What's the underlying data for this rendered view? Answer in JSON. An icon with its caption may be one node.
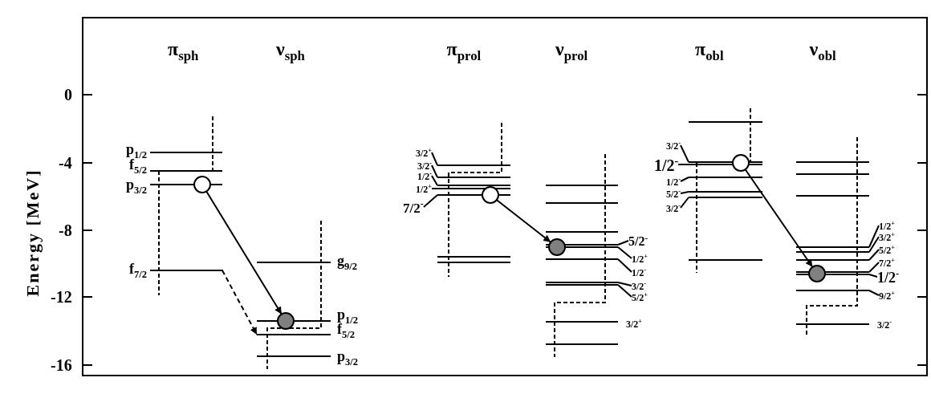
{
  "diagram": {
    "nodes": [
      {
        "text": [],
        "shape": "circle"
      },
      {
        "text": [
          "f$_{7/2}$"
        ]
      },
      {
        "text": [
          "f$_{5/2}$"
        ]
      },
      {
        "text": [],
        "shape": "circle"
      },
      {
        "text": [
          "3/2$^{+}$"
        ]
      },
      {
        "text": [
          "3/2$^{-}$"
        ]
      },
      {
        "text": [
          "1/2$^{-}$"
        ]
      },
      {
        "text": [
          "1/2$^{+}$"
        ]
      },
      {
        "text": [
          "7/2$^{-}$"
        ]
      },
      {
        "text": [],
        "shape": "circle"
      },
      {
        "text": [
          "5/2$^{-}$"
        ]
      },
      {
        "text": [
          "1/2$^{+}$"
        ]
      },
      {
        "text": [
          "1/2$^{-}$"
        ]
      },
      {
        "text": [
          "3/2$^{-}$"
        ]
      },
      {
        "text": [
          "5/2$^{+}$"
        ]
      },
      {
        "text": [],
        "shape": "circle"
      },
      {
        "text": [
          "3/2$^{-}$"
        ]
      },
      {
        "text": [
          "1/2$^{-}$"
        ]
      },
      {
        "text": [
          "1/2$^{-}$"
        ]
      },
      {
        "text": [
          "5/2$^{-}$"
        ]
      },
      {
        "text": [
          "3/2$^{-}$"
        ]
      },
      {
        "text": [],
        "shape": "circle"
      },
      {
        "text": [
          "1/2$^{+}$"
        ]
      },
      {
        "text": [
          "3/2$^{+}$"
        ]
      },
      {
        "text": [
          "5/2$^{+}$"
        ]
      },
      {
        "text": [
          "7/2$^{+}$"
        ]
      },
      {
        "text": [
          "1/2$^{-}$"
        ]
      },
      {
        "text": [
          "9/2$^{+}$"
        ]
      },
      {
        "text": [],
        "shape": "circle"
      },
      {
        "text": [],
        "shape": "bar"
      },
      {
        "text": [],
        "shape": "bar"
      },
      {
        "text": [],
        "shape": "bar"
      },
      {
        "text": [],
        "shape": "bar"
      },
      {
        "text": [],
        "shape": "bar"
      },
      {
        "text": [],
        "shape": "bar"
      },
      {
        "text": [],
        "shape": "bar"
      },
      {
        "text": [],
        "shape": "bar"
      },
      {
        "text": [],
        "shape": "bar"
      },
      {
        "text": [],
        "shape": "bar"
      },
      {
        "text": [],
        "shape": "bar"
      },
      {
        "text": [],
        "shape": "bar"
      },
      {
        "text": [],
        "shape": "bar"
      },
      {
        "text": [],
        "shape": "bar"
      },
      {
        "text": [],
        "shape": "bar"
      },
      {
        "text": [],
        "shape": "bar"
      },
      {
        "text": [],
        "shape": "bar"
      },
      {
        "text": [],
        "shape": "bar"
      },
      {
        "text": [],
        "shape": "bar"
      },
      {
        "text": [],
        "shape": "bar"
      },
      {
        "text": [],
        "shape": "bar"
      }
    ],
    "edges": [
      {
        "from": 0,
        "to": 3,
        "arrow": "to"
      },
      {
        "from": 1,
        "to": 2,
        "arrow": "to",
        "style": "dashed"
      },
      {
        "from": 4,
        "to": 29,
        "arrow": "none"
      },
      {
        "from": 5,
        "to": 30,
        "arrow": "none"
      },
      {
        "from": 6,
        "to": 31,
        "arrow": "none"
      },
      {
        "from": 7,
        "to": 32,
        "arrow": "none"
      },
      {
        "from": 8,
        "to": 33,
        "arrow": "none"
      },
      {
        "from": 9,
        "to": 15,
        "arrow": "to"
      },
      {
        "from": 10,
        "to": 34,
        "arrow": "none"
      },
      {
        "from": 11,
        "to": 35,
        "arrow": "none"
      },
      {
        "from": 12,
        "to": 36,
        "arrow": "none"
      },
      {
        "from": 13,
        "to": 37,
        "arrow": "none"
      },
      {
        "from": 14,
        "to": 38,
        "arrow": "none"
      },
      {
        "from": 16,
        "to": 39,
        "arrow": "none"
      },
      {
        "from": 17,
        "to": 40,
        "arrow": "none"
      },
      {
        "from": 18,
        "to": 41,
        "arrow": "none"
      },
      {
        "from": 19,
        "to": 42,
        "arrow": "none"
      },
      {
        "from": 20,
        "to": 43,
        "arrow": "none"
      },
      {
        "from": 21,
        "to": 28,
        "arrow": "to"
      },
      {
        "from": 22,
        "to": 44,
        "arrow": "none"
      },
      {
        "from": 23,
        "to": 45,
        "arrow": "none"
      },
      {
        "from": 24,
        "to": 46,
        "arrow": "none"
      },
      {
        "from": 25,
        "to": 47,
        "arrow": "none"
      },
      {
        "from": 26,
        "to": 48,
        "arrow": "none"
      },
      {
        "from": 27,
        "to": 49,
        "arrow": "none"
      }
    ],
    "labels": [
      "π$_{sph}$",
      "ν$_{sph}$",
      "π$_{prol}$",
      "ν$_{prol}$",
      "π$_{obl}$",
      "ν$_{obl}$",
      "0",
      "-4",
      "-8",
      "-12",
      "-16",
      "Energy [MeV]",
      "p$_{1/2}$",
      "f$_{5/2}$",
      "p$_{3/2}$",
      "g$_{9/2}$",
      "p$_{1/2}$",
      "p$_{3/2}$",
      "3/2$^{+}$",
      "3/2$^{-}$"
    ]
  }
}
